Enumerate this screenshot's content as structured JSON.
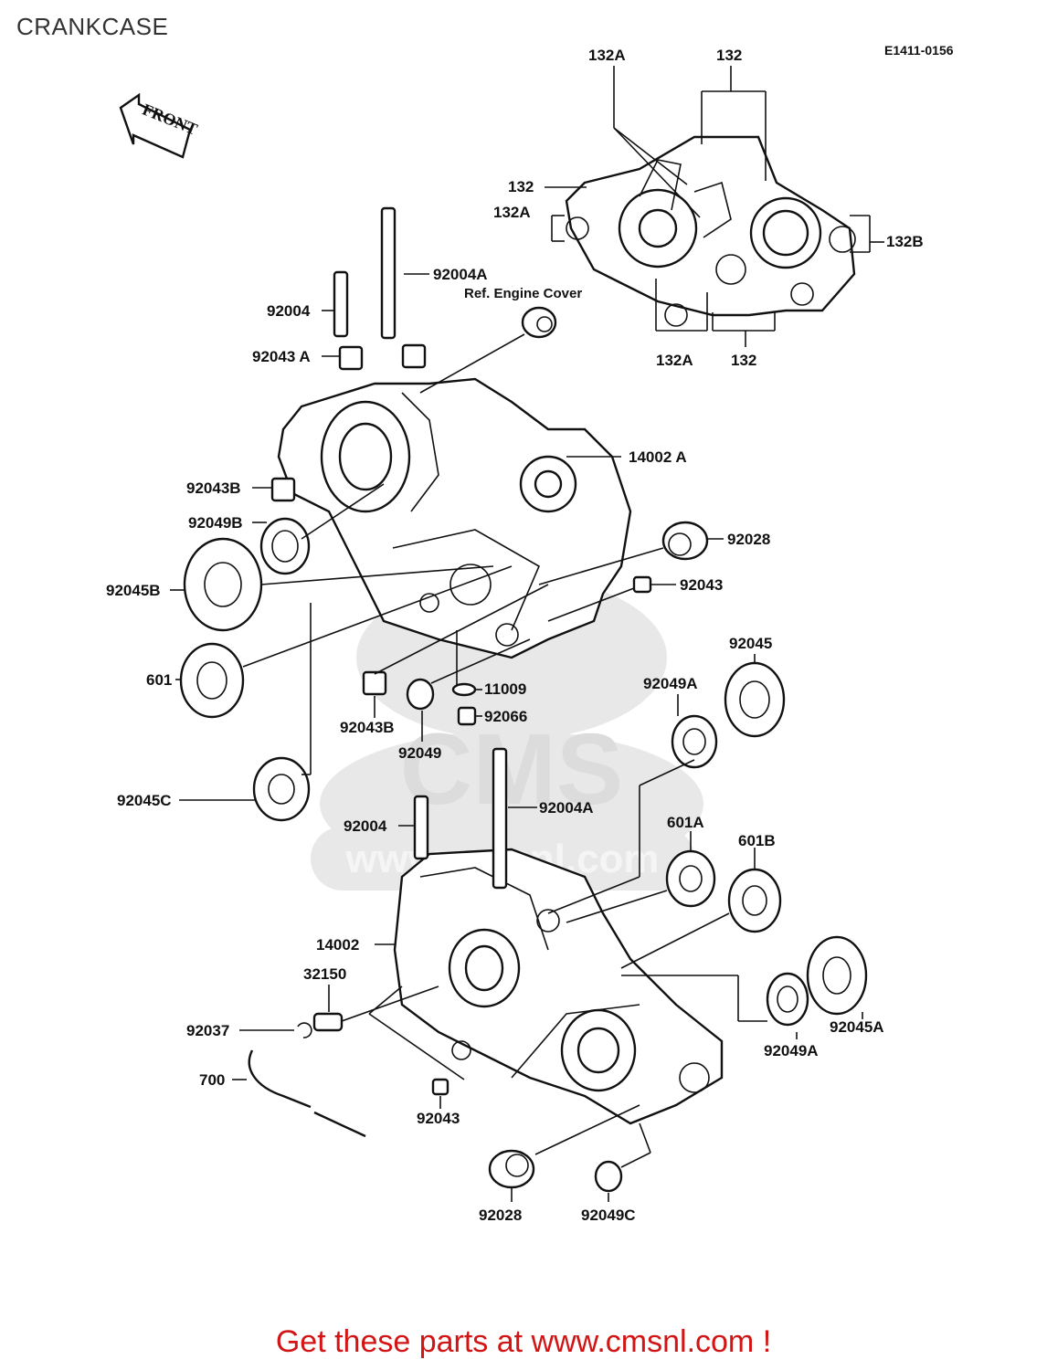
{
  "page": {
    "title": "CRANKCASE",
    "diagram_code": "E1411-0156",
    "front_label": "FRONT",
    "footer": "Get these parts at www.cmsnl.com !"
  },
  "watermark": {
    "brand": "CMS",
    "site": "www.cmsnl.com"
  },
  "labels": {
    "l132A_top": "132A",
    "l132_top": "132",
    "l132_left": "132",
    "l132A_left": "132A",
    "l132B": "132B",
    "l132A_bottom": "132A",
    "l132_bottom": "132",
    "l92004A_top": "92004A",
    "ref_engine_cover": "Ref. Engine Cover",
    "l92004_top": "92004",
    "l92043A": "92043 A",
    "l14002A": "14002 A",
    "l92043B_top": "92043B",
    "l92049B": "92049B",
    "l92028_top": "92028",
    "l92045B": "92045B",
    "l92043_top": "92043",
    "l92045": "92045",
    "l601": "601",
    "l92049A_top": "92049A",
    "l11009": "11009",
    "l92066": "92066",
    "l92043B_mid": "92043B",
    "l92049": "92049",
    "l92045C": "92045C",
    "l92004A_mid": "92004A",
    "l92004_mid": "92004",
    "l601A": "601A",
    "l601B": "601B",
    "l14002": "14002",
    "l32150": "32150",
    "l92037": "92037",
    "l700": "700",
    "l92043_bottom": "92043",
    "l92049A_bottom": "92049A",
    "l92045A": "92045A",
    "l92028_bottom": "92028",
    "l92049C": "92049C"
  }
}
